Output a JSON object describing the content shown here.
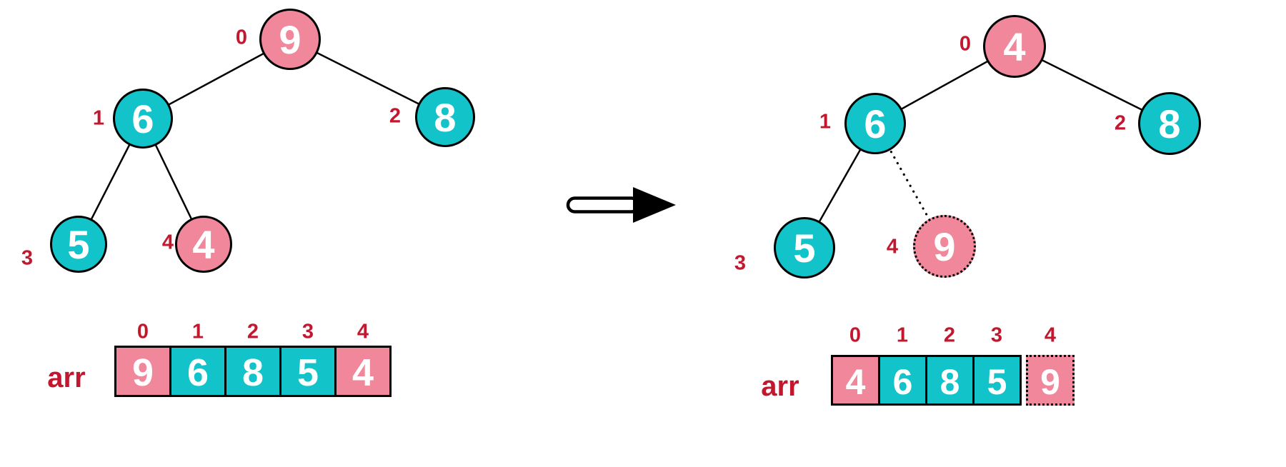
{
  "colors": {
    "node_pink": "#F0879A",
    "node_teal": "#12C4C9",
    "label_red": "#C2182F",
    "edge_black": "#000000",
    "node_text_white": "#FFFFFF"
  },
  "arrow": {
    "direction": "right"
  },
  "left": {
    "tree": {
      "nodes": [
        {
          "index": "0",
          "value": "9",
          "color": "pink"
        },
        {
          "index": "1",
          "value": "6",
          "color": "teal"
        },
        {
          "index": "2",
          "value": "8",
          "color": "teal"
        },
        {
          "index": "3",
          "value": "5",
          "color": "teal"
        },
        {
          "index": "4",
          "value": "4",
          "color": "pink"
        }
      ]
    },
    "array": {
      "label": "arr",
      "indices": [
        "0",
        "1",
        "2",
        "3",
        "4"
      ],
      "cells": [
        {
          "value": "9",
          "color": "pink"
        },
        {
          "value": "6",
          "color": "teal"
        },
        {
          "value": "8",
          "color": "teal"
        },
        {
          "value": "5",
          "color": "teal"
        },
        {
          "value": "4",
          "color": "pink"
        }
      ]
    }
  },
  "right": {
    "tree": {
      "nodes": [
        {
          "index": "0",
          "value": "4",
          "color": "pink"
        },
        {
          "index": "1",
          "value": "6",
          "color": "teal"
        },
        {
          "index": "2",
          "value": "8",
          "color": "teal"
        },
        {
          "index": "3",
          "value": "5",
          "color": "teal"
        },
        {
          "index": "4",
          "value": "9",
          "color": "pink",
          "detached": true
        }
      ]
    },
    "array": {
      "label": "arr",
      "indices": [
        "0",
        "1",
        "2",
        "3",
        "4"
      ],
      "cells": [
        {
          "value": "4",
          "color": "pink"
        },
        {
          "value": "6",
          "color": "teal"
        },
        {
          "value": "8",
          "color": "teal"
        },
        {
          "value": "5",
          "color": "teal"
        },
        {
          "value": "9",
          "color": "pink",
          "detached": true
        }
      ]
    }
  }
}
